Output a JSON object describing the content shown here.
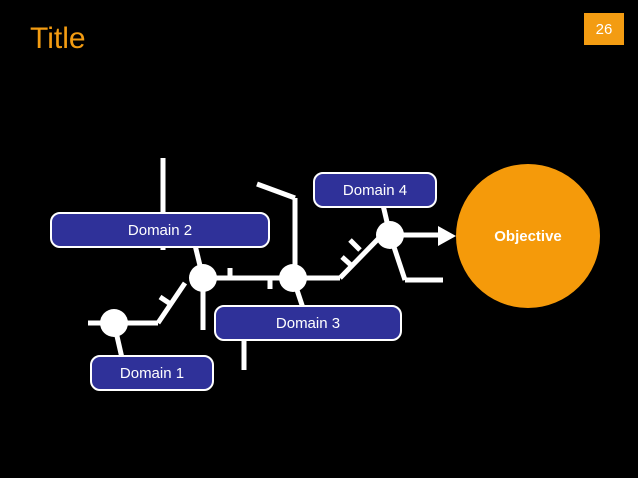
{
  "slide": {
    "title": "Title",
    "page_number": "26"
  },
  "diagram": {
    "domains": {
      "domain1": "Domain 1",
      "domain2": "Domain 2",
      "domain3": "Domain 3",
      "domain4": "Domain 4"
    },
    "objective": "Objective",
    "colors": {
      "title": "#f39c12",
      "box_fill": "#2f3199",
      "objective_fill": "#f59a0a",
      "lines": "#ffffff",
      "background": "#000000"
    }
  }
}
